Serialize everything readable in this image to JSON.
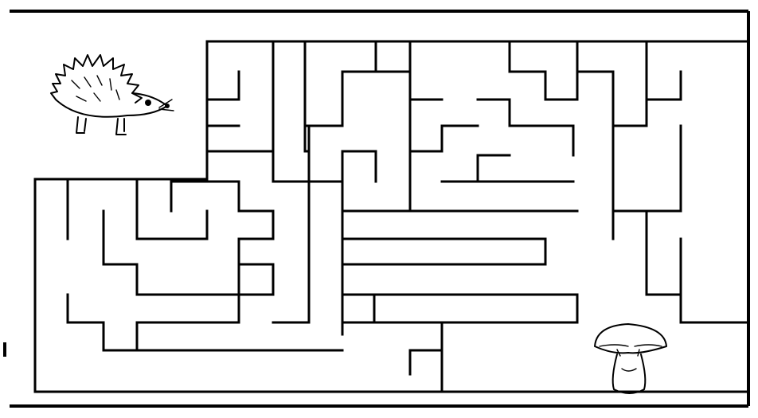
{
  "puzzle": {
    "kind": "maze",
    "start_character": "hedgehog",
    "goal_item": "mushroom",
    "colors": {
      "ink": "#000000",
      "paper": "#ffffff"
    },
    "icons": {
      "start": "hedgehog-icon",
      "goal": "mushroom-icon"
    }
  }
}
